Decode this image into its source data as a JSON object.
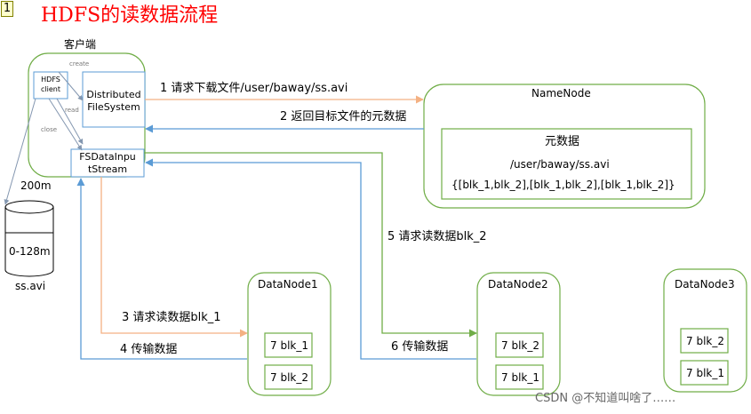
{
  "slide_number": "1",
  "title": "HDFS的读数据流程",
  "client": {
    "label": "客户端",
    "hdfs_client": [
      "HDFS",
      "client"
    ],
    "distributed_fs": [
      "Distributed",
      "FileSystem"
    ],
    "fs_input_stream": [
      "FSDataInpu",
      "tStream"
    ],
    "small_labels": {
      "create": "create",
      "read": "read",
      "close": "close"
    }
  },
  "file": {
    "size": "200m",
    "segment": "0-128m",
    "name": "ss.avi"
  },
  "namenode": {
    "label": "NameNode",
    "metadata_title": "元数据",
    "metadata_path": "/user/baway/ss.avi",
    "metadata_blocks": "{[blk_1,blk_2],[blk_1,blk_2],[blk_1,blk_2]}"
  },
  "steps": {
    "step1": "1 请求下载文件/user/baway/ss.avi",
    "step2": "2 返回目标文件的元数据",
    "step3": "3 请求读数据blk_1",
    "step4": "4 传输数据",
    "step5": "5 请求读数据blk_2",
    "step6": "6 传输数据"
  },
  "datanodes": [
    {
      "label": "DataNode1",
      "blocks": [
        "7 blk_1",
        "7 blk_2"
      ]
    },
    {
      "label": "DataNode2",
      "blocks": [
        "7 blk_2",
        "7 blk_1"
      ]
    },
    {
      "label": "DataNode3",
      "blocks": [
        "7 blk_2",
        "7 blk_1"
      ]
    }
  ],
  "watermark": "CSDN @不知道叫啥了……",
  "colors": {
    "title": "#ff0000",
    "node_border": "#70ad47",
    "inner_border": "#5b9bd5",
    "orange_arrow": "#f4b183",
    "blue_arrow": "#5b9bd5",
    "green_arrow": "#70ad47",
    "gray_arrow": "#8497b0"
  }
}
